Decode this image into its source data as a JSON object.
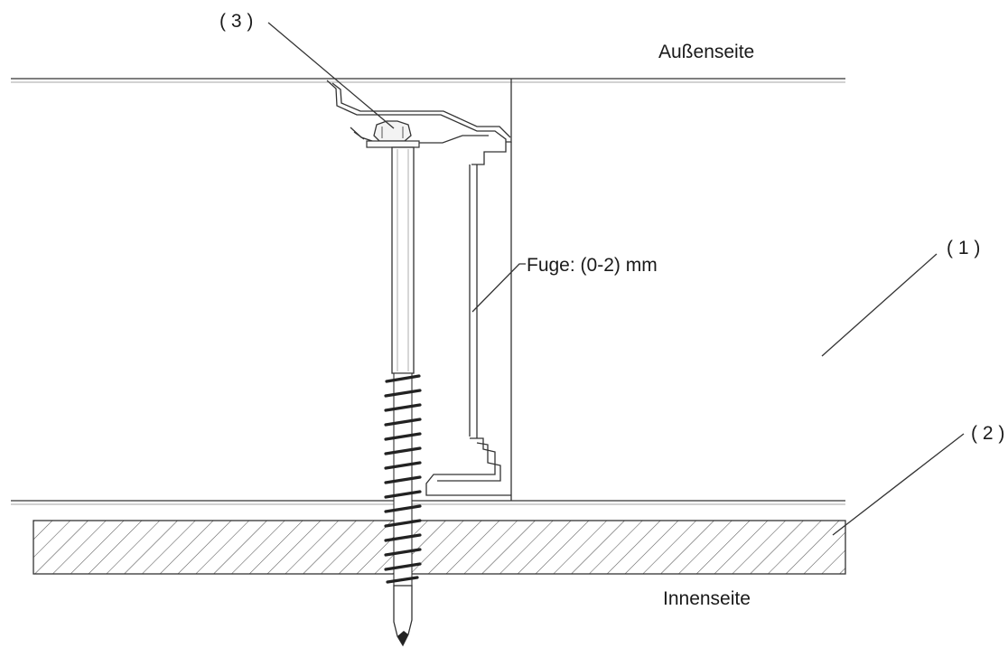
{
  "labels": {
    "outside": "Außenseite",
    "inside": "Innenseite",
    "joint": "Fuge: (0-2) mm",
    "callout_1": "( 1 )",
    "callout_2": "( 2 )",
    "callout_3": "( 3 )"
  },
  "colors": {
    "line": "#333333",
    "thin_line": "#777777",
    "hatch": "#555555",
    "background": "#ffffff"
  }
}
